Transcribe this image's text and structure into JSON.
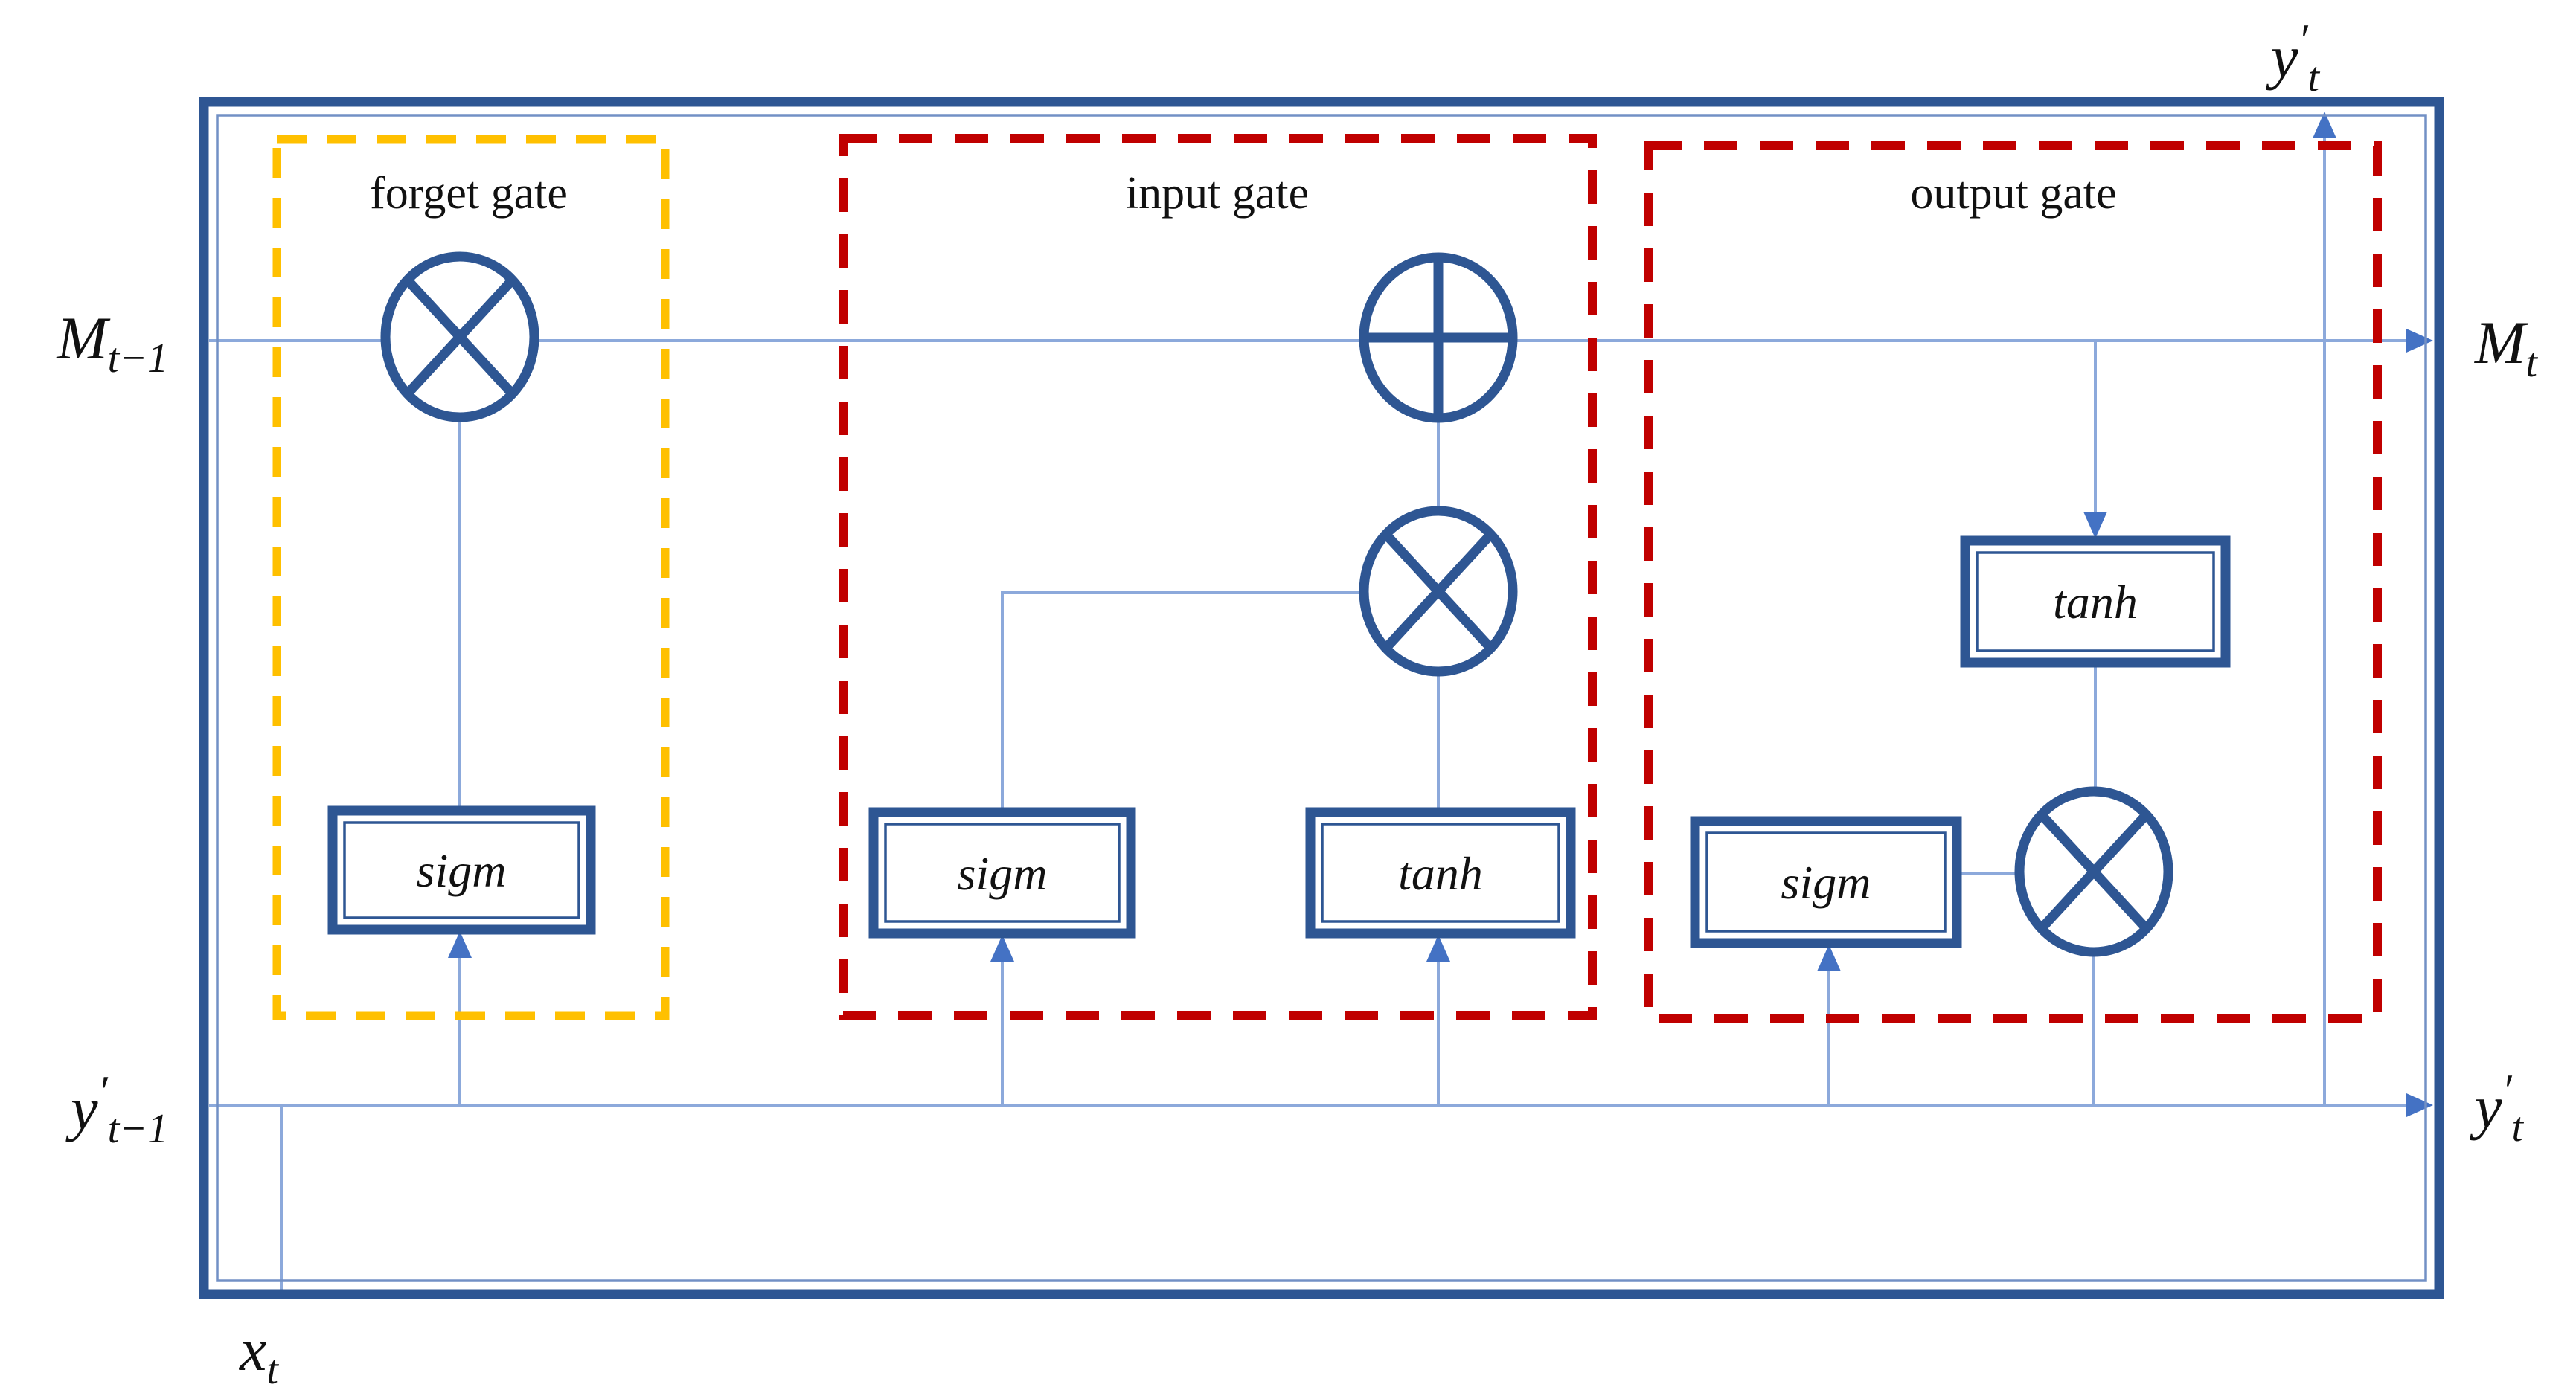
{
  "diagram": {
    "type": "LSTM cell block diagram",
    "labels": {
      "m_prev": {
        "main": "M",
        "sub": "t−1"
      },
      "m_next": {
        "main": "M",
        "sub": "t"
      },
      "y_prev": {
        "main": "y",
        "prime": "′",
        "sub": "t−1"
      },
      "y_out_top": {
        "main": "y",
        "prime": "′",
        "sub": "t"
      },
      "y_out_right": {
        "main": "y",
        "prime": "′",
        "sub": "t"
      },
      "x_in": {
        "main": "x",
        "sub": "t"
      }
    },
    "gates": {
      "forget": {
        "label": "forget gate",
        "color": "#FFC000"
      },
      "input": {
        "label": "input gate",
        "color": "#C00000"
      },
      "output": {
        "label": "output gate",
        "color": "#C00000"
      }
    },
    "nodes": {
      "forget_sigm": "sigm",
      "input_sigm": "sigm",
      "input_tanh": "tanh",
      "output_sigm": "sigm",
      "output_tanh": "tanh"
    },
    "operators": {
      "multiply": "⊗",
      "add": "⊕"
    },
    "colors": {
      "navy": "#2E5693",
      "line_blue": "#8CA9DB",
      "arrow_blue": "#4472C4",
      "gate_red": "#C00000",
      "gate_gold": "#FFC000",
      "text": "#111111",
      "background": "#FFFFFF"
    }
  }
}
